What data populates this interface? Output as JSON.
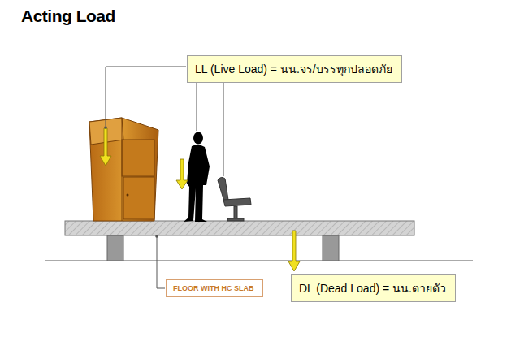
{
  "diagram": {
    "title": "Acting Load",
    "nodes": [
      {
        "text": [
          "LL (Live Load) = นน.จร/บรรทุกปลอดภัย"
        ]
      },
      {
        "text": [
          "FLOOR WITH HC SLAB"
        ]
      },
      {
        "text": [
          "DL (Dead Load) = นน.ตายตัว"
        ]
      }
    ]
  }
}
